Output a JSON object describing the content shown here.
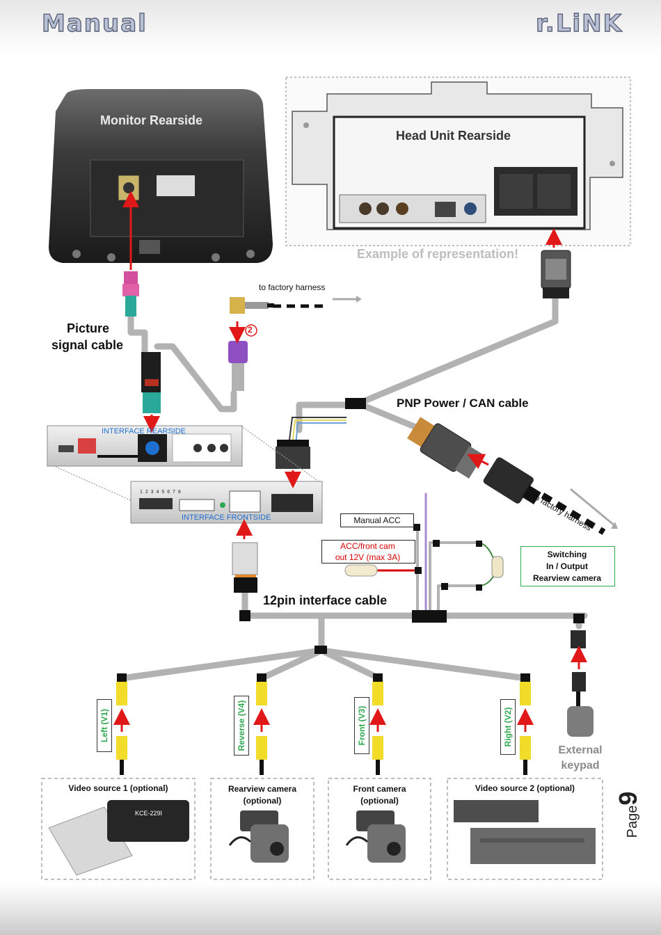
{
  "header": {
    "left_title": "Manual",
    "right_logo": "r.LiNK"
  },
  "labels": {
    "monitor_rearside": "Monitor Rearside",
    "head_unit_rearside": "Head Unit Rearside",
    "example_note": "Example of representation!",
    "to_factory_harness_1": "to factory harness",
    "to_factory_harness_2": "to factory harness",
    "picture_signal_cable_line1": "Picture",
    "picture_signal_cable_line2": "signal cable",
    "step_number": "2",
    "pnp_cable": "PNP Power / CAN cable",
    "interface_rearside": "INTERFACE REARSIDE",
    "interface_frontside": "INTERFACE FRONTSIDE",
    "dip_numbers": "1 2 3 4 5 6 7 8",
    "manual_acc": "Manual ACC",
    "acc_front_cam_line1": "ACC/front cam",
    "acc_front_cam_line2": "out  12V (max 3A)",
    "switching_line1": "Switching",
    "switching_line2": "In / Output",
    "switching_line3": "Rearview camera",
    "twelve_pin_cable": "12pin interface cable",
    "external_keypad_line1": "External",
    "external_keypad_line2": "keypad",
    "left_v1": "Left (V1)",
    "reverse_v4": "Reverse (V4)",
    "front_v3": "Front  (V3)",
    "right_v2": "Right (V2)",
    "video_source_1": "Video source 1 (optional)",
    "rearview_camera_line1": "Rearview camera",
    "rearview_camera_line2": "(optional)",
    "front_camera_line1": "Front camera",
    "front_camera_line2": "(optional)",
    "video_source_2": "Video source 2 (optional)",
    "device_label": "KCE-229I",
    "page_word": "Page",
    "page_number": "9"
  },
  "colors": {
    "cable_gray": "#b2b2b2",
    "arrow_red": "#e01818",
    "label_green": "#2fa84f",
    "acc_red": "#d80000",
    "interface_blue": "#1f6fd0",
    "fakra_pink": "#d24f9e",
    "fakra_teal": "#2aa99a",
    "fakra_violet": "#8d4fc2",
    "rca_yellow": "#f2dc2a"
  }
}
